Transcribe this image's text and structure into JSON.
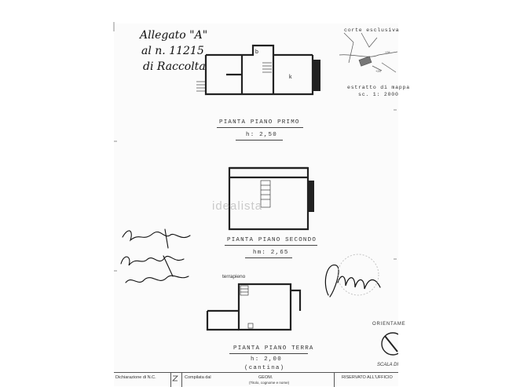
{
  "annotation": {
    "line1": "Allegato \"A\"",
    "line2": "al n. 11215",
    "line3": "di Raccolta"
  },
  "map_inset": {
    "title": "corte esclusiva",
    "caption1": "estratto di mappa",
    "caption2": "sc. 1: 2000"
  },
  "plans": [
    {
      "title": "PIANTA PIANO PRIMO",
      "height": "h: 2,50"
    },
    {
      "title": "PIANTA PIANO SECONDO",
      "height": "hm: 2,65"
    },
    {
      "title": "PIANTA PIANO TERRA",
      "height": "h: 2,00",
      "note": "(cantina)",
      "side_label": "terrapieno"
    }
  ],
  "room_labels": {
    "b": "b",
    "k": "k"
  },
  "watermark": "idealista",
  "orientation": "ORIENTAME",
  "scale": "SCALA DI",
  "title_block": {
    "declaration": "Dichiarazione di N.C.",
    "compiled": "Compilata dal",
    "geom": "GEOM.",
    "name_hint": "(Titolo, cognome e nome)",
    "reserved": "RISERVATO ALL'UFFICIO"
  }
}
